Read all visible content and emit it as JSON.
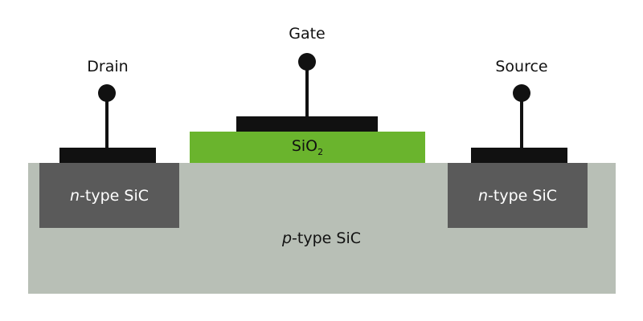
{
  "terminals": {
    "drain": {
      "label": "Drain"
    },
    "gate": {
      "label": "Gate"
    },
    "source": {
      "label": "Source"
    }
  },
  "regions": {
    "substrate": {
      "type_letter": "p",
      "suffix": "-type SiC"
    },
    "n_left": {
      "type_letter": "n",
      "suffix": "-type SiC"
    },
    "n_right": {
      "type_letter": "n",
      "suffix": "-type SiC"
    },
    "oxide": {
      "base": "SiO",
      "subscript": "2"
    }
  },
  "colors": {
    "substrate": "#b8bfb6",
    "n_region": "#5a5a5a",
    "oxide": "#6ab42d",
    "metal": "#111111"
  }
}
